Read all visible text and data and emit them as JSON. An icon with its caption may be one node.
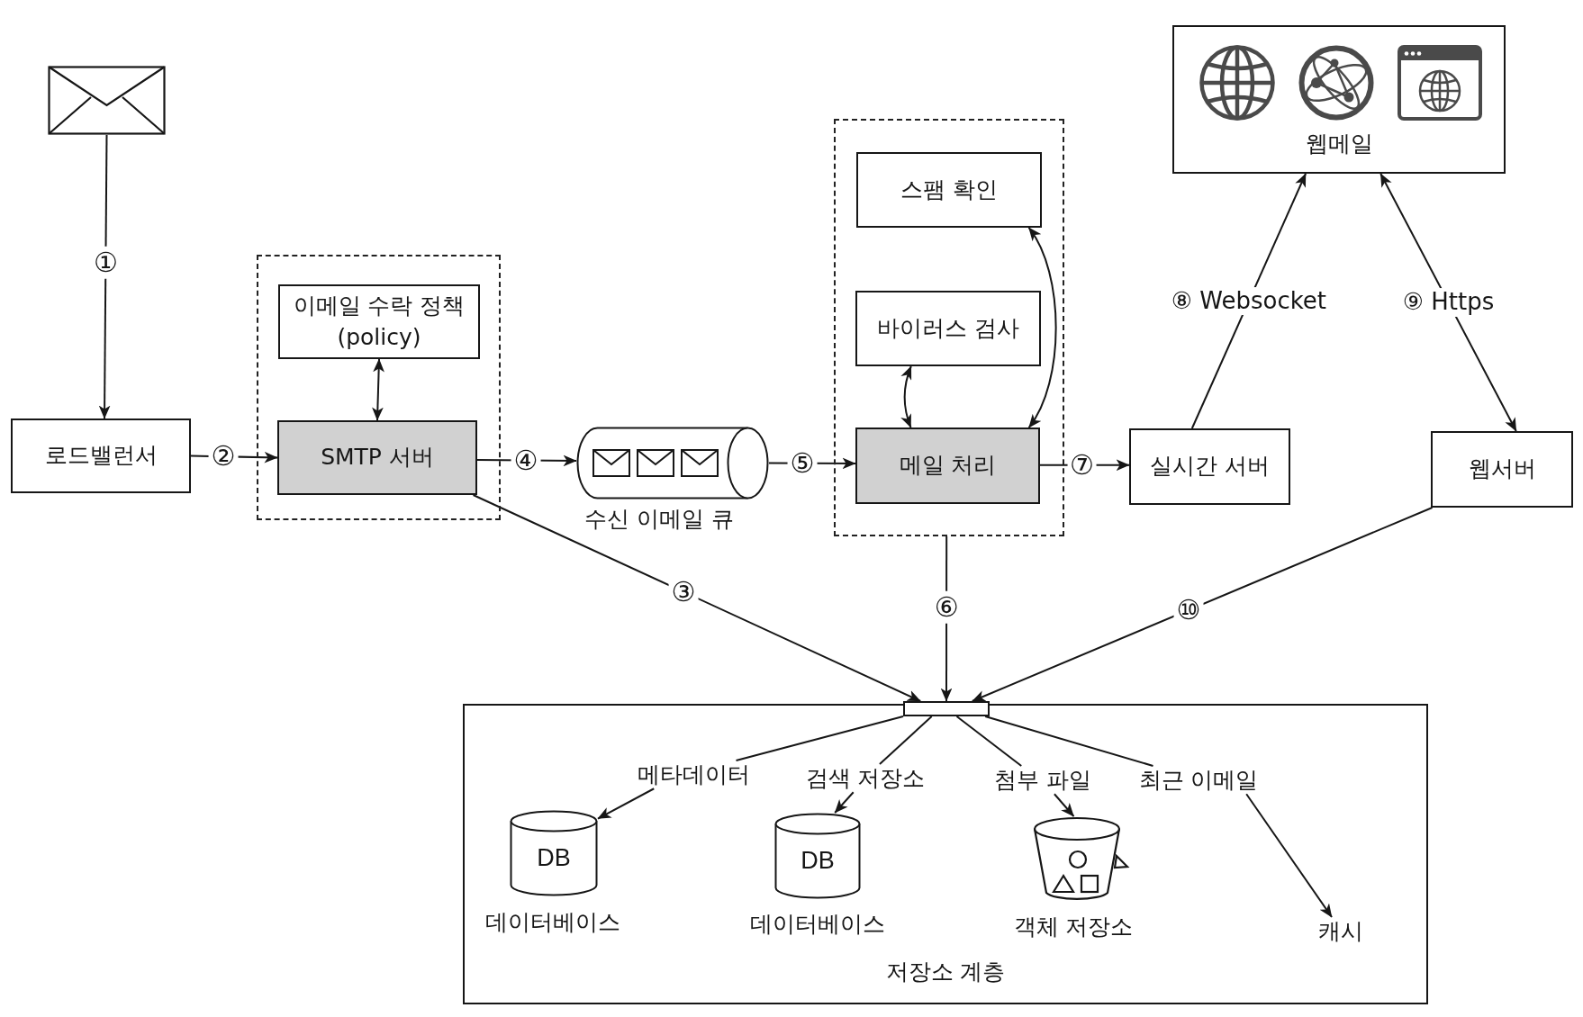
{
  "diagram": {
    "nodes": [
      {
        "text": [],
        "shape": "envelope"
      },
      {
        "text": [
          "웹메일"
        ]
      },
      {
        "text": [],
        "shape": "box"
      },
      {
        "text": [
          "이메일 수락 정책 (policy)"
        ],
        "in": 2
      },
      {
        "text": [
          "SMTP 서버"
        ],
        "in": 2
      },
      {
        "text": [
          "로드밸런서"
        ]
      },
      {
        "text": [],
        "shape": "cylinder",
        "beside": [
          "수신 이메일 큐"
        ]
      },
      {
        "text": [],
        "shape": "box"
      },
      {
        "text": [
          "스팸 확인"
        ],
        "in": 7
      },
      {
        "text": [
          "바이러스 검사"
        ],
        "in": 7
      },
      {
        "text": [
          "메일 처리"
        ],
        "in": 7
      },
      {
        "text": [
          "실시간 서버"
        ]
      },
      {
        "text": [
          "웹서버"
        ]
      },
      {
        "text": [],
        "shape": "bar"
      },
      {
        "text": [
          "저장소 계층"
        ]
      },
      {
        "text": [
          "메타데이터"
        ],
        "in": 14
      },
      {
        "text": [
          "검색 저장소"
        ],
        "in": 14
      },
      {
        "text": [
          "첨부 파일"
        ],
        "in": 14
      },
      {
        "text": [
          "최근 이메일"
        ],
        "in": 14
      },
      {
        "text": [
          "DB"
        ],
        "in": 14,
        "beside": [
          "데이터베이스"
        ]
      },
      {
        "text": [
          "DB"
        ],
        "in": 14,
        "beside": [
          "데이터베이스"
        ]
      },
      {
        "text": [],
        "shape": "bucket",
        "in": 14,
        "beside": [
          "객체 저장소"
        ]
      },
      {
        "text": [
          "캐시"
        ],
        "in": 14
      }
    ],
    "edges": [
      {
        "from": 0,
        "to": 5,
        "arrow": "to",
        "label": "①"
      },
      {
        "from": 5,
        "to": 4,
        "arrow": "to",
        "label": "②"
      },
      {
        "from": 3,
        "to": 4,
        "arrow": "both"
      },
      {
        "from": 4,
        "to": 13,
        "arrow": "to",
        "label": "③"
      },
      {
        "from": 4,
        "to": 6,
        "arrow": "to",
        "label": "④"
      },
      {
        "from": 6,
        "to": 10,
        "arrow": "to",
        "label": "⑤"
      },
      {
        "from": 7,
        "to": 13,
        "arrow": "to",
        "label": "⑥"
      },
      {
        "from": 10,
        "to": 9,
        "arrow": "both"
      },
      {
        "from": 10,
        "to": 8,
        "arrow": "both"
      },
      {
        "from": 10,
        "to": 11,
        "arrow": "to",
        "label": "⑦"
      },
      {
        "from": 11,
        "to": 1,
        "arrow": "to",
        "label": "⑧ Websocket"
      },
      {
        "from": 1,
        "to": 12,
        "arrow": "both",
        "label": "⑨ Https"
      },
      {
        "from": 12,
        "to": 13,
        "arrow": "to",
        "label": "⑩"
      },
      {
        "from": 13,
        "to": 15,
        "arrow": "none"
      },
      {
        "from": 15,
        "to": 19,
        "arrow": "to"
      },
      {
        "from": 13,
        "to": 16,
        "arrow": "none"
      },
      {
        "from": 16,
        "to": 20,
        "arrow": "to"
      },
      {
        "from": 13,
        "to": 17,
        "arrow": "none"
      },
      {
        "from": 17,
        "to": 21,
        "arrow": "to"
      },
      {
        "from": 13,
        "to": 18,
        "arrow": "none"
      },
      {
        "from": 18,
        "to": 22,
        "arrow": "to"
      }
    ]
  }
}
